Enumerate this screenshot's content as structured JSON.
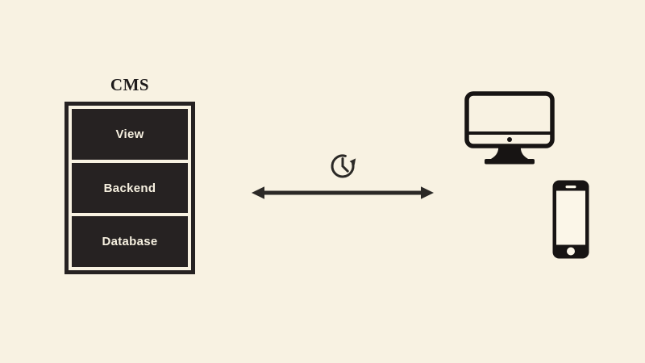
{
  "diagram": {
    "cms": {
      "title": "CMS",
      "layers": [
        {
          "label": "View"
        },
        {
          "label": "Backend"
        },
        {
          "label": "Database"
        }
      ]
    },
    "connection": {
      "arrow_icon": "double-headed-arrow-icon",
      "clock_icon": "clock-refresh-icon",
      "meaning": "bidirectional sync between CMS and client devices"
    },
    "devices": {
      "desktop_icon": "desktop-monitor-icon",
      "phone_icon": "smartphone-icon"
    },
    "colors": {
      "background": "#f8f2e2",
      "box_dark": "#262222",
      "box_text": "#f6f0e0",
      "icon_black": "#171413",
      "arrow": "#2b2926",
      "screen_cream": "#fbf6e8"
    }
  }
}
